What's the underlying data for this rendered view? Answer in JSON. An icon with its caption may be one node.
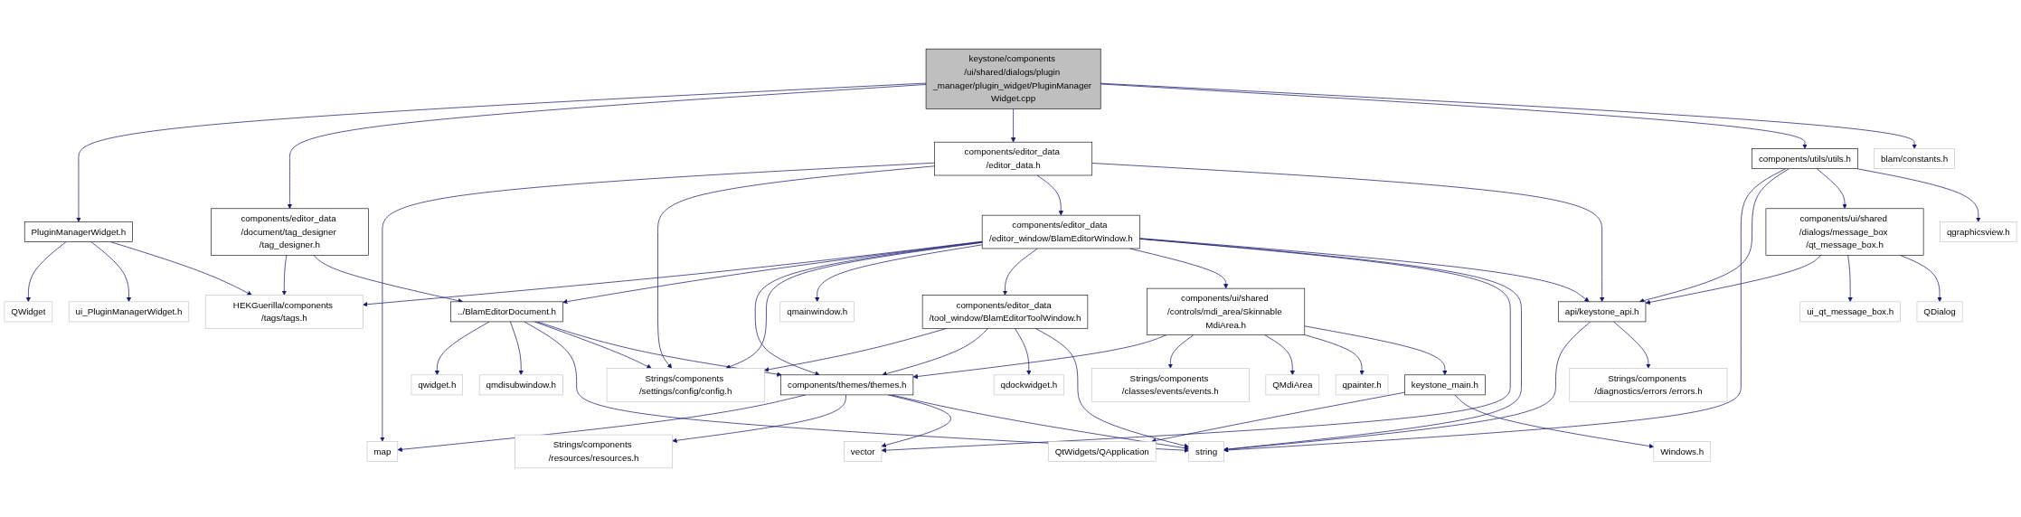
{
  "diagram": {
    "nodes": [
      {
        "text": [
          "keystone/components /ui/shared/dialogs/plugin _manager/plugin_widget/PluginManager Widget.cpp"
        ]
      },
      {
        "text": [
          "PluginManagerWidget.h"
        ]
      },
      {
        "text": [
          "components/editor_data /editor_data.h"
        ]
      },
      {
        "text": [
          "components/utils/utils.h"
        ]
      },
      {
        "text": [
          "blam/constants.h"
        ]
      },
      {
        "text": [
          "QWidget"
        ]
      },
      {
        "text": [
          "ui_PluginManagerWidget.h"
        ]
      },
      {
        "text": [
          "components/editor_data /document/tag_designer /tag_designer.h"
        ]
      },
      {
        "text": [
          "components/editor_data /editor_window/BlamEditorWindow.h"
        ]
      },
      {
        "text": [
          "components/ui/shared /dialogs/message_box /qt_message_box.h"
        ]
      },
      {
        "text": [
          "qgraphicsview.h"
        ]
      },
      {
        "text": [
          "HEKGuerilla/components /tags/tags.h"
        ]
      },
      {
        "text": [
          "../BlamEditorDocument.h"
        ]
      },
      {
        "text": [
          "qmainwindow.h"
        ]
      },
      {
        "text": [
          "components/editor_data /tool_window/BlamEditorToolWindow.h"
        ]
      },
      {
        "text": [
          "components/ui/shared /controls/mdi_area/Skinnable MdiArea.h"
        ]
      },
      {
        "text": [
          "api/keystone_api.h"
        ]
      },
      {
        "text": [
          "ui_qt_message_box.h"
        ]
      },
      {
        "text": [
          "QDialog"
        ]
      },
      {
        "text": [
          "qwidget.h"
        ]
      },
      {
        "text": [
          "qmdisubwindow.h"
        ]
      },
      {
        "text": [
          "Strings/components /settings/config/config.h"
        ]
      },
      {
        "text": [
          "components/themes/themes.h"
        ]
      },
      {
        "text": [
          "qdockwidget.h"
        ]
      },
      {
        "text": [
          "Strings/components /classes/events/events.h"
        ]
      },
      {
        "text": [
          "QMdiArea"
        ]
      },
      {
        "text": [
          "qpainter.h"
        ]
      },
      {
        "text": [
          "keystone_main.h"
        ]
      },
      {
        "text": [
          "Strings/components /diagnostics/errors /errors.h"
        ]
      },
      {
        "text": [
          "map"
        ]
      },
      {
        "text": [
          "Strings/components /resources/resources.h"
        ]
      },
      {
        "text": [
          "vector"
        ]
      },
      {
        "text": [
          "string"
        ]
      },
      {
        "text": [
          "QtWidgets/QApplication"
        ]
      },
      {
        "text": [
          "Windows.h"
        ]
      }
    ],
    "edges": [
      {
        "from": 0,
        "to": 1,
        "arrow": "to"
      },
      {
        "from": 0,
        "to": 7,
        "arrow": "to"
      },
      {
        "from": 0,
        "to": 2,
        "arrow": "to"
      },
      {
        "from": 0,
        "to": 3,
        "arrow": "to"
      },
      {
        "from": 0,
        "to": 4,
        "arrow": "to"
      },
      {
        "from": 1,
        "to": 5,
        "arrow": "to"
      },
      {
        "from": 1,
        "to": 6,
        "arrow": "to"
      },
      {
        "from": 1,
        "to": 11,
        "arrow": "to"
      },
      {
        "from": 2,
        "to": 29,
        "arrow": "to"
      },
      {
        "from": 2,
        "to": 21,
        "arrow": "to"
      },
      {
        "from": 2,
        "to": 8,
        "arrow": "to"
      },
      {
        "from": 2,
        "to": 16,
        "arrow": "to"
      },
      {
        "from": 3,
        "to": 32,
        "arrow": "to"
      },
      {
        "from": 3,
        "to": 16,
        "arrow": "to"
      },
      {
        "from": 3,
        "to": 9,
        "arrow": "to"
      },
      {
        "from": 3,
        "to": 10,
        "arrow": "to"
      },
      {
        "from": 7,
        "to": 11,
        "arrow": "to"
      },
      {
        "from": 7,
        "to": 12,
        "arrow": "to"
      },
      {
        "from": 8,
        "to": 11,
        "arrow": "to"
      },
      {
        "from": 8,
        "to": 12,
        "arrow": "to"
      },
      {
        "from": 8,
        "to": 22,
        "arrow": "to"
      },
      {
        "from": 8,
        "to": 21,
        "arrow": "to"
      },
      {
        "from": 8,
        "to": 13,
        "arrow": "to"
      },
      {
        "from": 8,
        "to": 14,
        "arrow": "to"
      },
      {
        "from": 8,
        "to": 15,
        "arrow": "to"
      },
      {
        "from": 8,
        "to": 31,
        "arrow": "to"
      },
      {
        "from": 8,
        "to": 32,
        "arrow": "to"
      },
      {
        "from": 8,
        "to": 16,
        "arrow": "to"
      },
      {
        "from": 9,
        "to": 16,
        "arrow": "to"
      },
      {
        "from": 9,
        "to": 17,
        "arrow": "to"
      },
      {
        "from": 9,
        "to": 18,
        "arrow": "to"
      },
      {
        "from": 12,
        "to": 19,
        "arrow": "to"
      },
      {
        "from": 12,
        "to": 20,
        "arrow": "to"
      },
      {
        "from": 12,
        "to": 32,
        "arrow": "to"
      },
      {
        "from": 12,
        "to": 21,
        "arrow": "to"
      },
      {
        "from": 12,
        "to": 22,
        "arrow": "to"
      },
      {
        "from": 14,
        "to": 21,
        "arrow": "to"
      },
      {
        "from": 14,
        "to": 22,
        "arrow": "to"
      },
      {
        "from": 14,
        "to": 23,
        "arrow": "to"
      },
      {
        "from": 14,
        "to": 32,
        "arrow": "to"
      },
      {
        "from": 15,
        "to": 22,
        "arrow": "to"
      },
      {
        "from": 15,
        "to": 24,
        "arrow": "to"
      },
      {
        "from": 15,
        "to": 25,
        "arrow": "to"
      },
      {
        "from": 15,
        "to": 26,
        "arrow": "to"
      },
      {
        "from": 15,
        "to": 27,
        "arrow": "to"
      },
      {
        "from": 16,
        "to": 32,
        "arrow": "to"
      },
      {
        "from": 16,
        "to": 28,
        "arrow": "to"
      },
      {
        "from": 22,
        "to": 29,
        "arrow": "to"
      },
      {
        "from": 22,
        "to": 30,
        "arrow": "to"
      },
      {
        "from": 22,
        "to": 31,
        "arrow": "to"
      },
      {
        "from": 22,
        "to": 32,
        "arrow": "to"
      },
      {
        "from": 27,
        "to": 33,
        "arrow": "to"
      },
      {
        "from": 27,
        "to": 34,
        "arrow": "to"
      }
    ]
  }
}
